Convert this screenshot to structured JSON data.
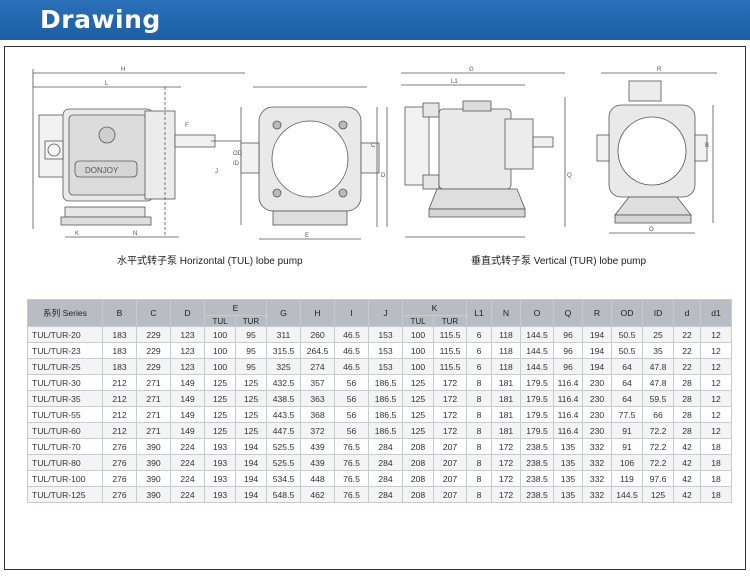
{
  "header": {
    "title": "Drawing"
  },
  "drawings": {
    "horizontal_caption": "水平式转子泵 Horizontal (TUL) lobe pump",
    "vertical_caption": "垂直式转子泵 Vertical (TUR) lobe pump",
    "brand_label": "DONJOY",
    "dim_labels": [
      "H",
      "L",
      "K",
      "N",
      "J",
      "F",
      "OD",
      "ID",
      "G",
      "E",
      "D",
      "C",
      "B",
      "Q",
      "R",
      "L1",
      "O"
    ]
  },
  "table": {
    "group_headers": {
      "E": "E",
      "K": "K"
    },
    "columns": [
      "系列 Series",
      "B",
      "C",
      "D",
      "TUL",
      "TUR",
      "G",
      "H",
      "I",
      "J",
      "TUL",
      "TUR",
      "L1",
      "N",
      "O",
      "Q",
      "R",
      "OD",
      "ID",
      "d",
      "d1"
    ],
    "rows": [
      [
        "TUL/TUR-20",
        "183",
        "229",
        "123",
        "100",
        "95",
        "311",
        "260",
        "46.5",
        "153",
        "100",
        "115.5",
        "6",
        "118",
        "144.5",
        "96",
        "194",
        "50.5",
        "25",
        "22",
        "12"
      ],
      [
        "TUL/TUR-23",
        "183",
        "229",
        "123",
        "100",
        "95",
        "315.5",
        "264.5",
        "46.5",
        "153",
        "100",
        "115.5",
        "6",
        "118",
        "144.5",
        "96",
        "194",
        "50.5",
        "35",
        "22",
        "12"
      ],
      [
        "TUL/TUR-25",
        "183",
        "229",
        "123",
        "100",
        "95",
        "325",
        "274",
        "46.5",
        "153",
        "100",
        "115.5",
        "6",
        "118",
        "144.5",
        "96",
        "194",
        "64",
        "47.8",
        "22",
        "12"
      ],
      [
        "TUL/TUR-30",
        "212",
        "271",
        "149",
        "125",
        "125",
        "432.5",
        "357",
        "56",
        "186.5",
        "125",
        "172",
        "8",
        "181",
        "179.5",
        "116.4",
        "230",
        "64",
        "47.8",
        "28",
        "12"
      ],
      [
        "TUL/TUR-35",
        "212",
        "271",
        "149",
        "125",
        "125",
        "438.5",
        "363",
        "56",
        "186.5",
        "125",
        "172",
        "8",
        "181",
        "179.5",
        "116.4",
        "230",
        "64",
        "59.5",
        "28",
        "12"
      ],
      [
        "TUL/TUR-55",
        "212",
        "271",
        "149",
        "125",
        "125",
        "443.5",
        "368",
        "56",
        "186.5",
        "125",
        "172",
        "8",
        "181",
        "179.5",
        "116.4",
        "230",
        "77.5",
        "66",
        "28",
        "12"
      ],
      [
        "TUL/TUR-60",
        "212",
        "271",
        "149",
        "125",
        "125",
        "447.5",
        "372",
        "56",
        "186.5",
        "125",
        "172",
        "8",
        "181",
        "179.5",
        "116.4",
        "230",
        "91",
        "72.2",
        "28",
        "12"
      ],
      [
        "TUL/TUR-70",
        "276",
        "390",
        "224",
        "193",
        "194",
        "525.5",
        "439",
        "76.5",
        "284",
        "208",
        "207",
        "8",
        "172",
        "238.5",
        "135",
        "332",
        "91",
        "72.2",
        "42",
        "18"
      ],
      [
        "TUL/TUR-80",
        "276",
        "390",
        "224",
        "193",
        "194",
        "525.5",
        "439",
        "76.5",
        "284",
        "208",
        "207",
        "8",
        "172",
        "238.5",
        "135",
        "332",
        "106",
        "72.2",
        "42",
        "18"
      ],
      [
        "TUL/TUR-100",
        "276",
        "390",
        "224",
        "193",
        "194",
        "534.5",
        "448",
        "76.5",
        "284",
        "208",
        "207",
        "8",
        "172",
        "238.5",
        "135",
        "332",
        "119",
        "97.6",
        "42",
        "18"
      ],
      [
        "TUL/TUR-125",
        "276",
        "390",
        "224",
        "193",
        "194",
        "548.5",
        "462",
        "76.5",
        "284",
        "208",
        "207",
        "8",
        "172",
        "238.5",
        "135",
        "332",
        "144.5",
        "125",
        "42",
        "18"
      ]
    ]
  }
}
